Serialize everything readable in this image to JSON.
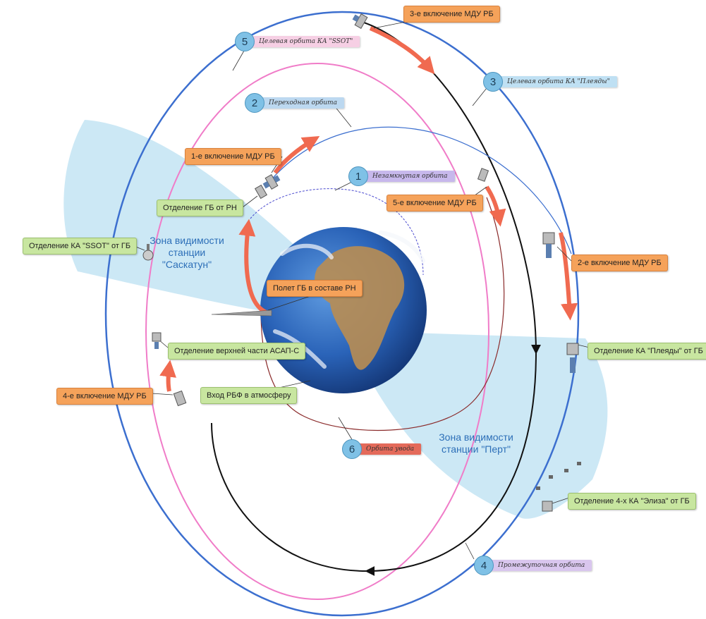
{
  "orbits": [
    {
      "id": "1",
      "label": "Незамкнутая орбита",
      "color": "#c7b8ec"
    },
    {
      "id": "2",
      "label": "Переходная орбита",
      "color": "#bcd8f0"
    },
    {
      "id": "3",
      "label": "Целевая орбита КА \"Плеяды\"",
      "color": "#bfe0f3"
    },
    {
      "id": "4",
      "label": "Промежуточная орбита",
      "color": "#d9c6ee"
    },
    {
      "id": "5",
      "label": "Целевая орбита КА \"SSOT\"",
      "color": "#f6cfe4"
    },
    {
      "id": "6",
      "label": "Орбита увода",
      "color": "#e46a5a"
    }
  ],
  "events": {
    "burn1": "1-е включение МДУ РБ",
    "burn2": "2-е включение МДУ РБ",
    "burn3": "3-е включение МДУ РБ",
    "burn4": "4-е включение МДУ РБ",
    "burn5": "5-е включение МДУ РБ",
    "sep_gb_rn": "Отделение ГБ от РН",
    "sep_ssot": "Отделение КА \"SSOT\" от ГБ",
    "sep_asap": "Отделение верхней части АСАП-С",
    "reentry": "Вход РБФ в атмосферу",
    "flight": "Полет ГБ в составе РН",
    "sep_pleiades": "Отделение КА \"Плеяды\" от ГБ",
    "sep_eliza": "Отделение 4-х КА \"Элиза\" от ГБ"
  },
  "zones": {
    "saskatoon": [
      "Зона видимости",
      "станции",
      "\"Саскатун\""
    ],
    "perth": [
      "Зона видимости",
      "станции \"Перт\""
    ]
  },
  "colors": {
    "orbit_blue": "#3c6fcf",
    "orbit_pink": "#f07cc8",
    "orbit_black": "#111111",
    "orbit_red": "#8a2a2a",
    "burn_arrow": "#f06a50",
    "zone_fill": "#bfe2f2",
    "earth_ocean": "#2a63b8",
    "earth_land": "#b98d52"
  }
}
